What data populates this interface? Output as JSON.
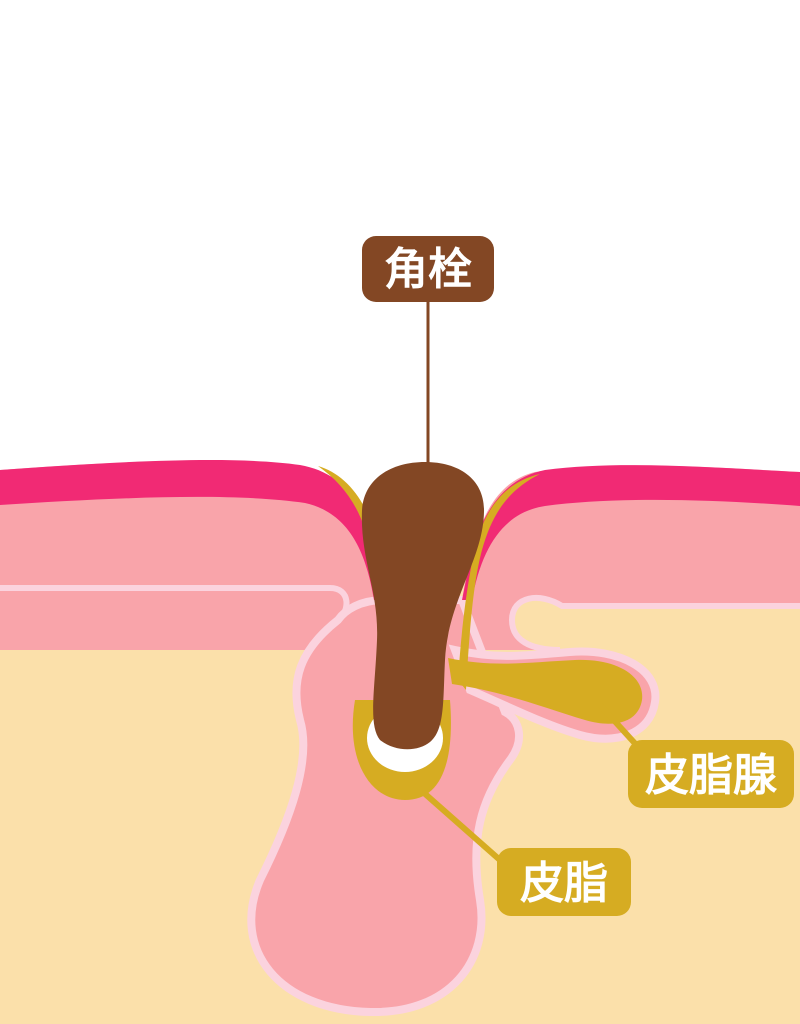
{
  "labels": {
    "plug": "角栓",
    "gland": "皮脂腺",
    "sebum": "皮脂"
  },
  "colors": {
    "background": "#ffffff",
    "dermis": "#fbe0aa",
    "epidermis": "#f9a4aa",
    "outline": "#fbd3de",
    "surface_layer": "#f12a74",
    "sebum": "#d6ac22",
    "plug": "#834724",
    "plug_label_bg": "#834724",
    "sebum_label_bg": "#d6ac22"
  }
}
